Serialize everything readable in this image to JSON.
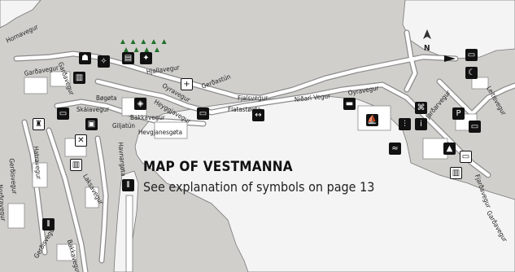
{
  "map": {
    "title": "MAP OF VESTMANNA",
    "subtitle": "See explanation of symbols on page 13",
    "north_label": "N",
    "colors": {
      "land": "#d0cfcc",
      "water": "#f4f4f4",
      "road": "#ffffff",
      "road_edge": "#8c8c8c",
      "symbol": "#111111",
      "trees": "#1f6f2a"
    },
    "streets": [
      "Hornavegur",
      "Garðavegur",
      "Garðavegur",
      "Hjallavegur",
      "Gerðastún",
      "Fjalsvegur",
      "Oyravegur",
      "Oyravegur",
      "Bøgøta",
      "Skálavegur",
      "Bakkavegur",
      "Heyggjavegur",
      "Flatastøgta",
      "Niðari Vegur",
      "Hatravegur",
      "Hevgjanesgøta",
      "Leitisvegur",
      "Jarðarvegur",
      "Fjarðavegur",
      "Garðavegur",
      "Giljatún",
      "Gerðisvegur",
      "Bakkavegur",
      "Laksavegur",
      "Havnargøta",
      "Norðravegur",
      "Gerðisvegur"
    ],
    "symbols": [
      "hiking-icon",
      "book-icon",
      "sports-icon",
      "shop-icon",
      "first-aid-icon",
      "bus-icon",
      "museum-icon",
      "hotel-icon",
      "boat-icon",
      "church-icon",
      "info-icon",
      "restaurant-icon",
      "camping-icon",
      "caravan-icon",
      "moon-icon",
      "toilet-icon",
      "parking-icon",
      "flag-icon",
      "ferry-icon",
      "ship-icon",
      "swim-icon",
      "hostel-icon",
      "viewpoint-icon",
      "bridge-icon"
    ]
  }
}
